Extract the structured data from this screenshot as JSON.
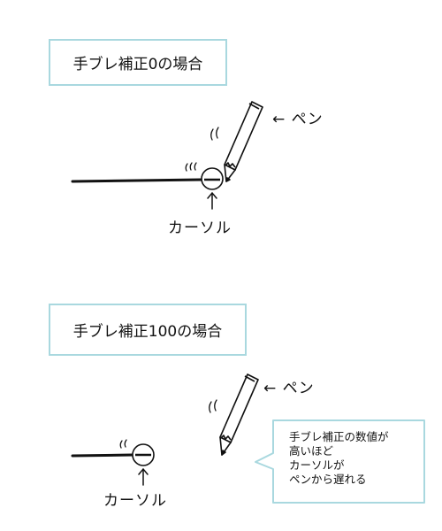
{
  "section1": {
    "title": "手ブレ補正0の場合",
    "pen_label": "← ペン",
    "cursor_label": "カーソル"
  },
  "section2": {
    "title": "手ブレ補正100の場合",
    "pen_label": "← ペン",
    "cursor_label": "カーソル",
    "callout_lines": [
      "手ブレ補正の数値が",
      "高いほど",
      "カーソルが",
      "ペンから遅れる"
    ]
  },
  "colors": {
    "box_border": "#a9d8df",
    "ink": "#111111"
  }
}
